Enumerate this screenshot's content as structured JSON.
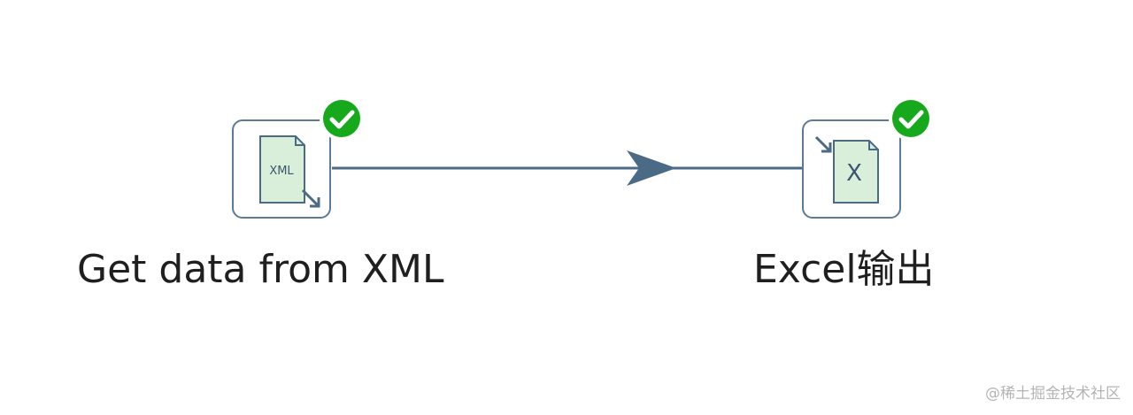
{
  "steps": [
    {
      "label": "Get data from XML",
      "icon": "xml-input-icon",
      "icon_text": "XML",
      "status": "success"
    },
    {
      "label": "Excel输出",
      "icon": "excel-output-icon",
      "icon_text": "X",
      "status": "success"
    }
  ],
  "hop": {
    "from": "Get data from XML",
    "to": "Excel输出"
  },
  "colors": {
    "hop_line": "#4a6a86",
    "step_border": "#5d7a94",
    "success_badge": "#17a91c",
    "file_fill": "#d9efd9"
  },
  "watermark": "@稀土掘金技术社区"
}
